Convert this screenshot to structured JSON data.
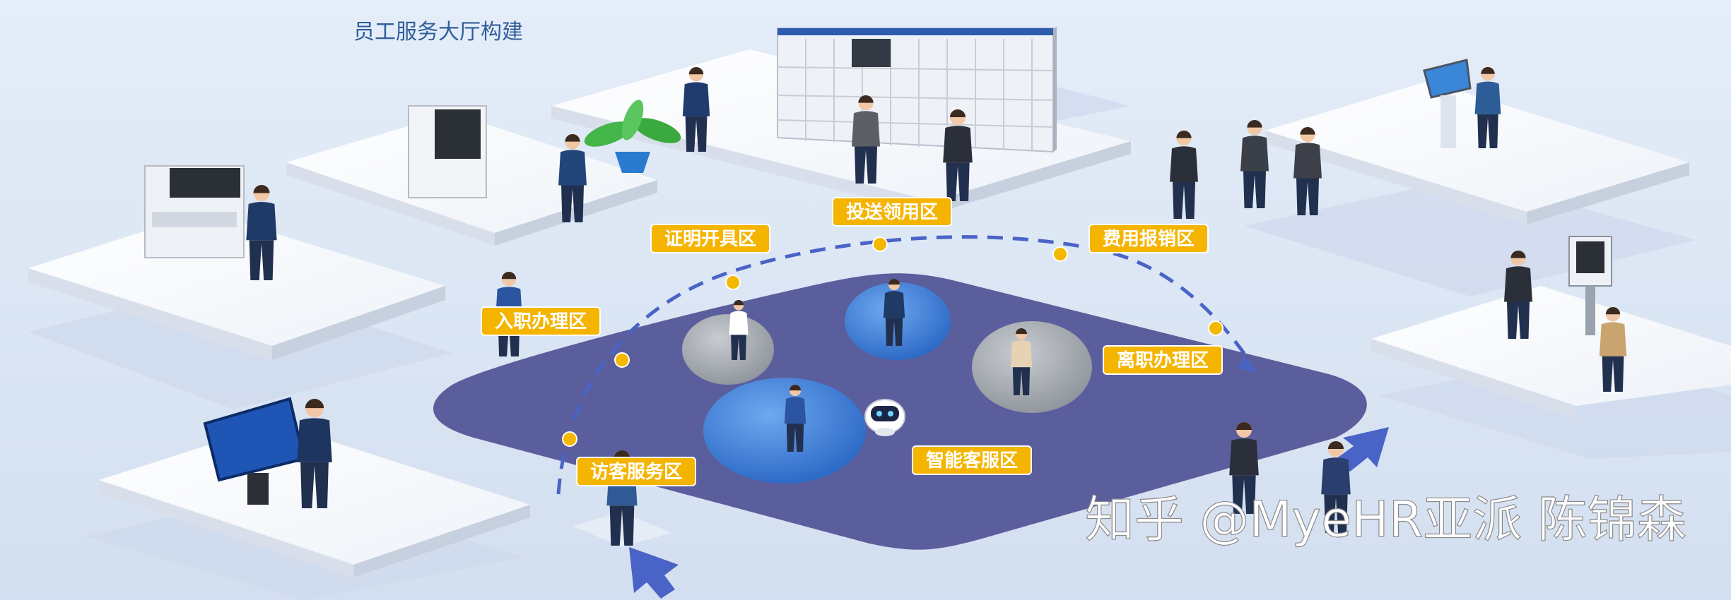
{
  "title": "员工服务大厅构建",
  "zones": [
    {
      "id": "zheng-ming",
      "label": "证明开具区"
    },
    {
      "id": "tou-song",
      "label": "投送领用区"
    },
    {
      "id": "fei-yong",
      "label": "费用报销区"
    },
    {
      "id": "ru-zhi",
      "label": "入职办理区"
    },
    {
      "id": "li-zhi",
      "label": "离职办理区"
    },
    {
      "id": "fang-ke",
      "label": "访客服务区"
    },
    {
      "id": "zhi-neng",
      "label": "智能客服区"
    }
  ],
  "watermark": "知乎 @MyeHR亚派 陈锦森",
  "colors": {
    "background": "#dfe9f6",
    "hall_floor": "#5b5e9c",
    "label_bg": "#f4b400",
    "route_line": "#4a63c7",
    "route_dot": "#f5b800",
    "beanbag_blue": "#3b7fd9",
    "beanbag_gray": "#9ea3a8",
    "title_text": "#2f5e9a"
  }
}
